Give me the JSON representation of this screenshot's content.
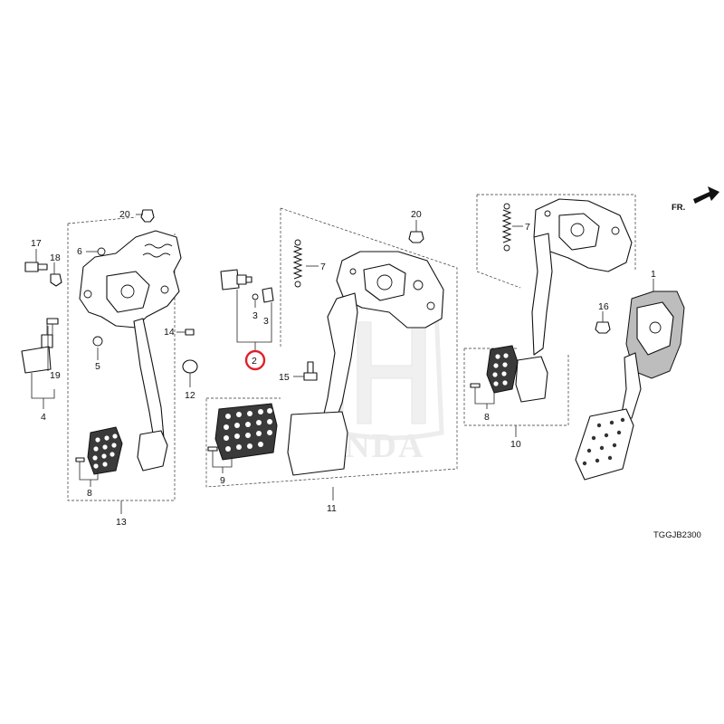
{
  "diagram": {
    "reference_code": "TGGJB2300",
    "direction_label": "FR.",
    "highlighted_callout": "2",
    "callouts": {
      "c20a": "20",
      "c17": "17",
      "c18": "18",
      "c6": "6",
      "c14": "14",
      "c5": "5",
      "c12": "12",
      "c19": "19",
      "c4": "4",
      "c8a": "8",
      "c13": "13",
      "c2": "2",
      "c3a": "3",
      "c3b": "3",
      "c15": "15",
      "c7a": "7",
      "c20b": "20",
      "c9": "9",
      "c11": "11",
      "c7b": "7",
      "c8b": "8",
      "c10": "10",
      "c1": "1",
      "c16": "16"
    },
    "watermark": "HONDA"
  }
}
